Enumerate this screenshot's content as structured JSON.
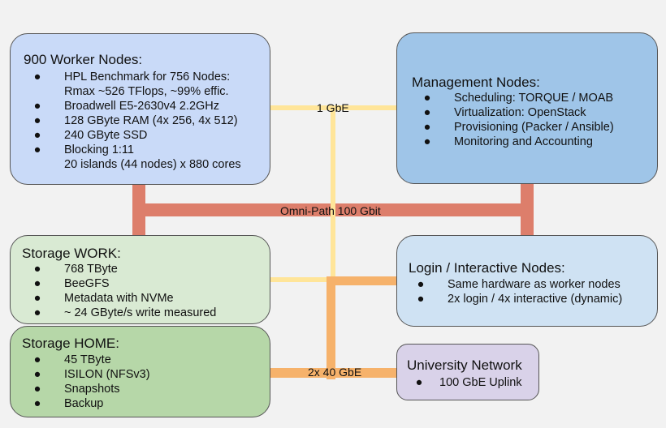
{
  "nodes": {
    "worker": {
      "title": "900 Worker Nodes:",
      "items": [
        "HPL Benchmark for 756 Nodes:",
        "Broadwell E5-2630v4 2.2GHz",
        "128 GByte RAM (4x 256, 4x 512)",
        "240 GByte SSD",
        "Blocking 1:11"
      ],
      "continuations": {
        "hpl": "Rmax ~526 TFlops, ~99% effic.",
        "blocking": "20 islands (44 nodes) x 880 cores"
      }
    },
    "management": {
      "title": "Management Nodes:",
      "items": [
        "Scheduling: TORQUE / MOAB",
        "Virtualization: OpenStack",
        "Provisioning (Packer / Ansible)",
        "Monitoring and Accounting"
      ]
    },
    "storage_work": {
      "title": "Storage WORK:",
      "items": [
        "768 TByte",
        "BeeGFS",
        "Metadata with NVMe",
        "~ 24 GByte/s write measured"
      ]
    },
    "storage_home": {
      "title": "Storage HOME:",
      "items": [
        "45 TByte",
        "ISILON (NFSv3)",
        "Snapshots",
        "Backup"
      ]
    },
    "login": {
      "title": "Login / Interactive Nodes:",
      "items": [
        "Same hardware as worker nodes",
        "2x login / 4x interactive (dynamic)"
      ]
    },
    "university": {
      "title": "University Network",
      "items": [
        "100 GbE Uplink"
      ]
    }
  },
  "links": {
    "gbe_1": "1 GbE",
    "omnipath": "Omni-Path 100 Gbit",
    "gbe_40": "2x 40 GbE"
  },
  "colors": {
    "omnipath": "#dd7e6b",
    "gbe_1": "#ffe599",
    "gbe_40": "#f6b26b",
    "background": "#f2f2f2",
    "worker": "#c9daf8",
    "management": "#9fc5e8",
    "storage_work": "#d9ead3",
    "storage_home": "#b6d7a8",
    "login": "#cfe2f3",
    "university": "#d9d2e9"
  },
  "bullet": "●"
}
